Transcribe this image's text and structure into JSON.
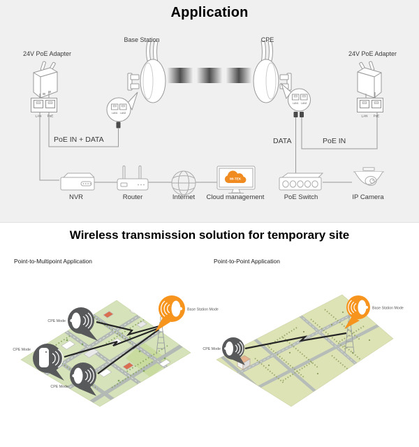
{
  "colors": {
    "accent_orange": "#F7941D",
    "callout_gray": "#58595B",
    "map_green": "#D6E3BA",
    "map_khaki": "#DEE3B6",
    "road_gray": "#B3B9B5",
    "wire_gray": "#999999",
    "section_bg": "#F0F0F1"
  },
  "app": {
    "title": "Application",
    "labels": {
      "adapter_left": "24V PoE Adapter",
      "adapter_right": "24V PoE Adapter",
      "base_station": "Base Station",
      "cpe": "CPE",
      "lan": "LAN",
      "poe": "PoE",
      "lan1": "LAN1",
      "lan2": "LAN2",
      "poe_in_data": "PoE IN + DATA",
      "data": "DATA",
      "poe_in": "PoE IN",
      "cloud_logo": "WI-TEK"
    },
    "bottom_row": [
      {
        "label": "NVR"
      },
      {
        "label": "Router"
      },
      {
        "label": "Internet"
      },
      {
        "label": "Cloud management"
      },
      {
        "label": "PoE Switch"
      },
      {
        "label": "IP Camera"
      }
    ]
  },
  "solution": {
    "title": "Wireless transmission solution for temporary site",
    "left_caption": "Point-to-Multipoint Application",
    "right_caption": "Point-to-Point Application",
    "base_station_mode": "Base Station Mode",
    "cpe_mode": "CPE Mode"
  }
}
